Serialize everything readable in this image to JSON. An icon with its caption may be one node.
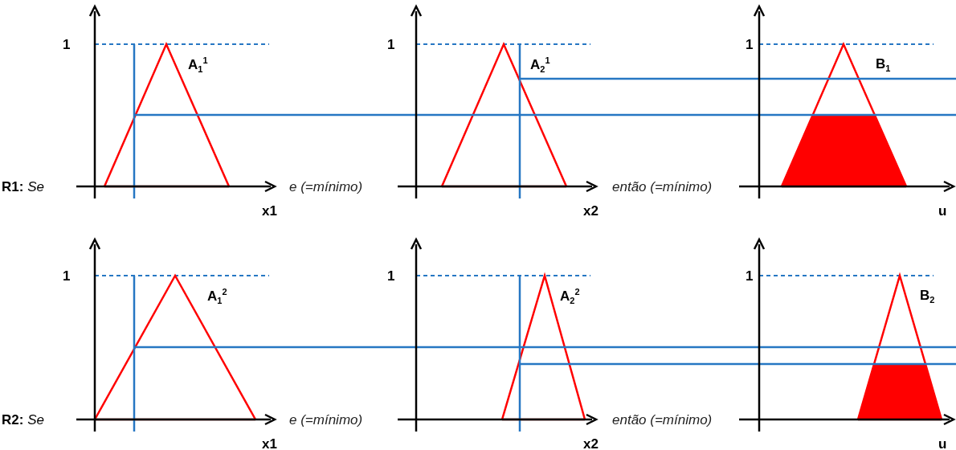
{
  "diagram": {
    "labels": [
      "1",
      "A$_{1}$$^{1}$",
      "1",
      "A$_{2}$$^{1}$",
      "1",
      "B$_{1}$",
      "**R1:** *Se*",
      "e (=mínimo)",
      "então (=mínimo)",
      "x1",
      "x2",
      "u",
      "1",
      "A$_{1}$$^{2}$",
      "1",
      "A$_{2}$$^{2}$",
      "1",
      "B$_{2}$",
      "**R2:** *Se*",
      "e (=mínimo)",
      "então (=mínimo)",
      "x1",
      "x2",
      "u"
    ]
  }
}
